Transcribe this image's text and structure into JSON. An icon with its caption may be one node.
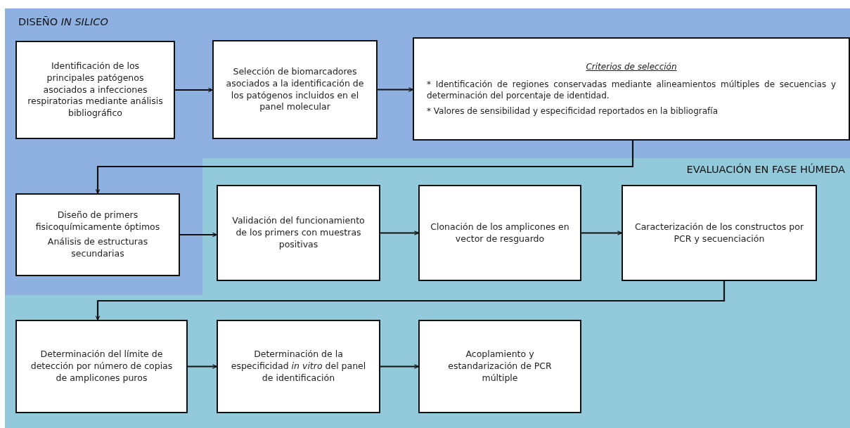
{
  "diagram": {
    "nodes": [
      {
        "text": [
          "DISEÑO *IN SILICO*"
        ]
      },
      {
        "text": [
          "Identificación de los principales patógenos asociados a infecciones respiratorias mediante análisis bibliográfico"
        ],
        "in": 0
      },
      {
        "text": [
          "Selección de biomarcadores asociados a la identificación de los patógenos incluidos en el panel molecular"
        ],
        "in": 0
      },
      {
        "text": [
          "Criterios de selección",
          "* Identificación de regiones conservadas mediante alineamientos múltiples de secuencias y determinación del porcentaje de identidad.",
          "* Valores de sensibilidad y especificidad reportados en la bibliografía"
        ],
        "in": 0
      },
      {
        "text": [
          "Diseño de primers fisicoquímicamente óptimos",
          "Análisis de estructuras secundarias"
        ],
        "in": 0
      },
      {
        "text": [
          "EVALUACIÓN EN FASE HÚMEDA"
        ]
      },
      {
        "text": [
          "Validación del funcionamiento de los primers con muestras positivas"
        ],
        "in": 5
      },
      {
        "text": [
          "Clonación de los amplicones en vector de resguardo"
        ],
        "in": 5
      },
      {
        "text": [
          "Caracterización de los constructos por PCR y secuenciación"
        ],
        "in": 5
      },
      {
        "text": [
          "Determinación del límite de detección por número de copias de amplicones puros"
        ],
        "in": 5
      },
      {
        "text": [
          "Determinación de la especificidad *in vitro* del panel de identificación"
        ],
        "in": 5
      },
      {
        "text": [
          "Acoplamiento y estandarización de PCR múltiple"
        ],
        "in": 5
      }
    ],
    "edges": [
      {
        "from": 1,
        "to": 2,
        "arrow": "to"
      },
      {
        "from": 2,
        "to": 3,
        "arrow": "to"
      },
      {
        "from": 3,
        "to": 4,
        "arrow": "to"
      },
      {
        "from": 4,
        "to": 6,
        "arrow": "to"
      },
      {
        "from": 6,
        "to": 7,
        "arrow": "to"
      },
      {
        "from": 7,
        "to": 8,
        "arrow": "to"
      },
      {
        "from": 8,
        "to": 9,
        "arrow": "to"
      },
      {
        "from": 9,
        "to": 10,
        "arrow": "to"
      },
      {
        "from": 10,
        "to": 11,
        "arrow": "to"
      }
    ]
  }
}
